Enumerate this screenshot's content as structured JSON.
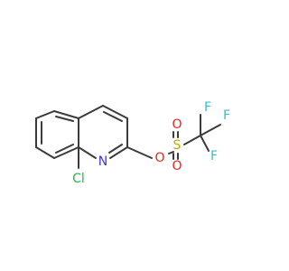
{
  "molecule": {
    "atoms": {
      "cl": {
        "label": "Cl",
        "color": "#2db34a"
      },
      "n": {
        "label": "N",
        "color": "#3a3ad9"
      },
      "o_ester": {
        "label": "O",
        "color": "#e0261c"
      },
      "s": {
        "label": "S",
        "color": "#c9a400"
      },
      "o_top": {
        "label": "O",
        "color": "#e0261c"
      },
      "o_bottom": {
        "label": "O",
        "color": "#e0261c"
      },
      "f_top": {
        "label": "F",
        "color": "#36c0c9"
      },
      "f_right": {
        "label": "F",
        "color": "#36c0c9"
      },
      "f_left": {
        "label": "F",
        "color": "#36c0c9"
      }
    },
    "bond_color": "#3b3b3b"
  }
}
